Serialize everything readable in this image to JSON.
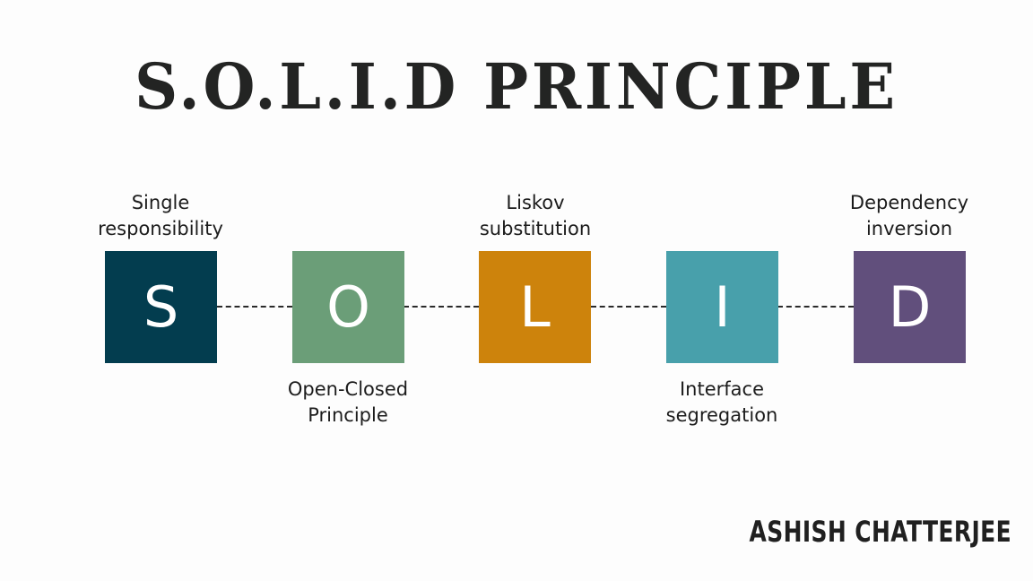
{
  "title": "S.O.L.I.D PRINCIPLE",
  "author": "ASHISH CHATTERJEE",
  "principles": [
    {
      "letter": "S",
      "line1": "Single",
      "line2": "responsibility",
      "color": "#033d4f",
      "label_position": "top"
    },
    {
      "letter": "O",
      "line1": "Open-Closed",
      "line2": "Principle",
      "color": "#6b9e78",
      "label_position": "bottom"
    },
    {
      "letter": "L",
      "line1": "Liskov",
      "line2": "substitution",
      "color": "#cd830c",
      "label_position": "top"
    },
    {
      "letter": "I",
      "line1": "Interface",
      "line2": "segregation",
      "color": "#48a0ab",
      "label_position": "bottom"
    },
    {
      "letter": "D",
      "line1": "Dependency",
      "line2": "inversion",
      "color": "#614f7c",
      "label_position": "top"
    }
  ],
  "connector": {
    "style": "dashed",
    "color": "#2a2a2a"
  }
}
